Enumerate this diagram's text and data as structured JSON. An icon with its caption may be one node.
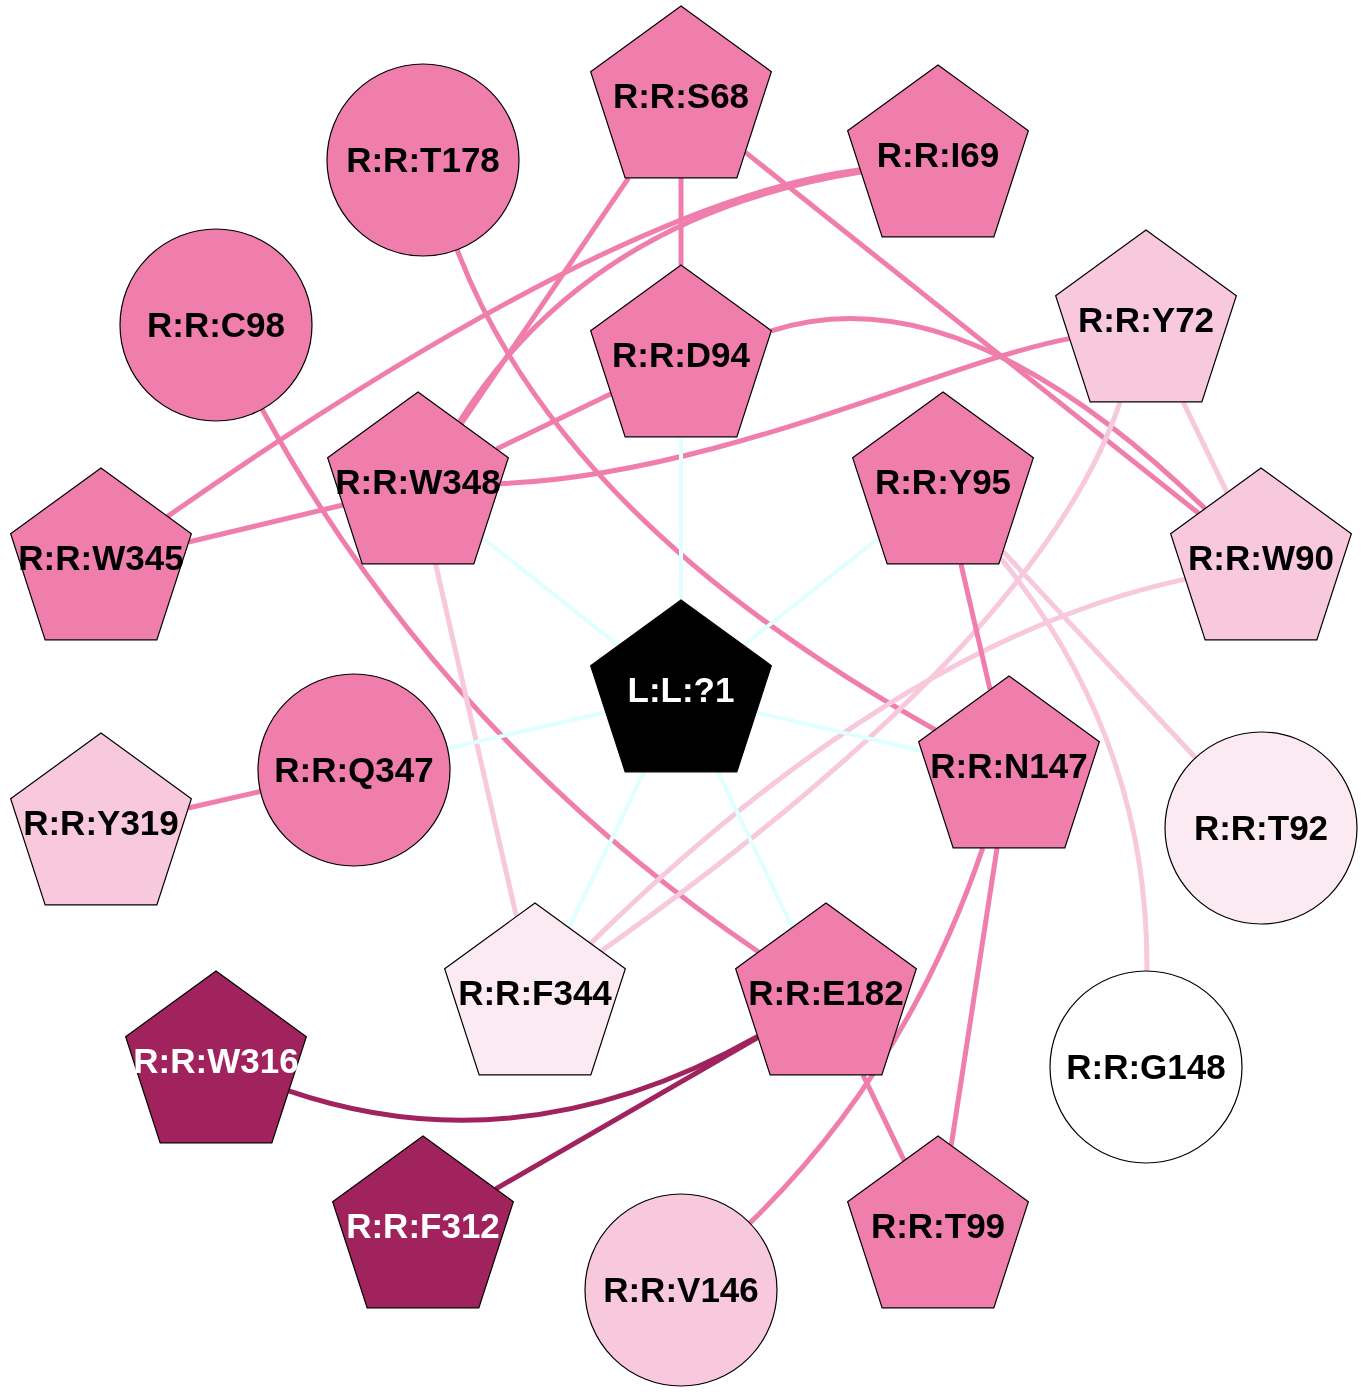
{
  "diagram": {
    "nodes": [
      {
        "text": [
          "R:R:S68"
        ]
      },
      {
        "text": [
          "R:R:T178"
        ]
      },
      {
        "text": [
          "R:R:I69"
        ]
      },
      {
        "text": [
          "R:R:C98"
        ]
      },
      {
        "text": [
          "R:R:D94"
        ]
      },
      {
        "text": [
          "R:R:Y72"
        ]
      },
      {
        "text": [
          "R:R:W348"
        ]
      },
      {
        "text": [
          "R:R:Y95"
        ]
      },
      {
        "text": [
          "R:R:W345"
        ]
      },
      {
        "text": [
          "R:R:W90"
        ]
      },
      {
        "text": [
          "L:L:?1"
        ]
      },
      {
        "text": [
          "R:R:Q347"
        ]
      },
      {
        "text": [
          "R:R:Y319"
        ]
      },
      {
        "text": [
          "R:R:N147"
        ]
      },
      {
        "text": [
          "R:R:T92"
        ]
      },
      {
        "text": [
          "R:R:F344"
        ]
      },
      {
        "text": [
          "R:R:E182"
        ]
      },
      {
        "text": [
          "R:R:W316"
        ]
      },
      {
        "text": [
          "R:R:G148"
        ]
      },
      {
        "text": [
          "R:R:F312"
        ]
      },
      {
        "text": [
          "R:R:T99"
        ]
      },
      {
        "text": [
          "R:R:V146"
        ]
      }
    ],
    "edges": [
      {
        "from": 0,
        "to": 4,
        "arrow": "none"
      },
      {
        "from": 0,
        "to": 6,
        "arrow": "none"
      },
      {
        "from": 0,
        "to": 9,
        "arrow": "none"
      },
      {
        "from": 2,
        "to": 8,
        "arrow": "none"
      },
      {
        "from": 2,
        "to": 6,
        "arrow": "none"
      },
      {
        "from": 1,
        "to": 13,
        "arrow": "none"
      },
      {
        "from": 3,
        "to": 16,
        "arrow": "none"
      },
      {
        "from": 4,
        "to": 6,
        "arrow": "none"
      },
      {
        "from": 4,
        "to": 9,
        "arrow": "none"
      },
      {
        "from": 5,
        "to": 6,
        "arrow": "none"
      },
      {
        "from": 6,
        "to": 8,
        "arrow": "none"
      },
      {
        "from": 5,
        "to": 9,
        "arrow": "none",
        "color": "#f8c8dc"
      },
      {
        "from": 5,
        "to": 15,
        "arrow": "none",
        "color": "#f8c8dc"
      },
      {
        "from": 9,
        "to": 15,
        "arrow": "none",
        "color": "#f8c8dc"
      },
      {
        "from": 6,
        "to": 15,
        "arrow": "none",
        "color": "#f8c8dc"
      },
      {
        "from": 7,
        "to": 13,
        "arrow": "none"
      },
      {
        "from": 7,
        "to": 14,
        "arrow": "none",
        "color": "#f8c8dc"
      },
      {
        "from": 7,
        "to": 18,
        "arrow": "none",
        "color": "#f8c8dc"
      },
      {
        "from": 11,
        "to": 12,
        "arrow": "none"
      },
      {
        "from": 13,
        "to": 21,
        "arrow": "none"
      },
      {
        "from": 13,
        "to": 20,
        "arrow": "none"
      },
      {
        "from": 16,
        "to": 20,
        "arrow": "none"
      },
      {
        "from": 16,
        "to": 17,
        "arrow": "none",
        "color": "#a0235e"
      },
      {
        "from": 16,
        "to": 19,
        "arrow": "none",
        "color": "#a0235e"
      },
      {
        "from": 10,
        "to": 6,
        "arrow": "none",
        "color": "#e0ffff"
      },
      {
        "from": 10,
        "to": 4,
        "arrow": "none",
        "color": "#e0ffff"
      },
      {
        "from": 10,
        "to": 7,
        "arrow": "none",
        "color": "#e0ffff"
      },
      {
        "from": 10,
        "to": 11,
        "arrow": "none",
        "color": "#e0ffff"
      },
      {
        "from": 10,
        "to": 13,
        "arrow": "none",
        "color": "#e0ffff"
      },
      {
        "from": 10,
        "to": 15,
        "arrow": "none",
        "color": "#e0ffff"
      },
      {
        "from": 10,
        "to": 16,
        "arrow": "none",
        "color": "#e0ffff"
      }
    ]
  }
}
